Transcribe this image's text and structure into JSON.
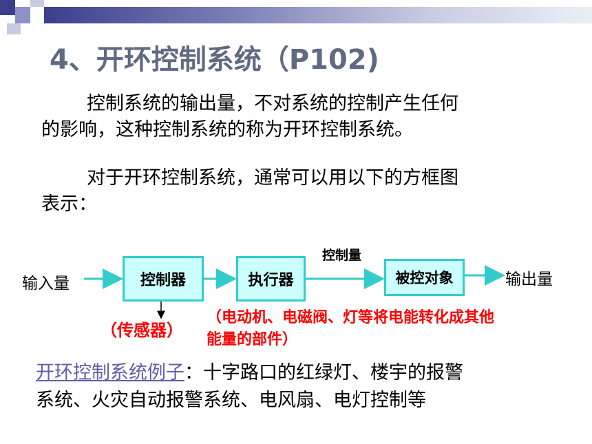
{
  "title": "4、开环控制系统（P102)",
  "para1": {
    "line1": "控制系统的输出量，不对系统的控制产生任何",
    "line2": "的影响，这种控制系统的称为开环控制系统。"
  },
  "para2": {
    "line1": "对于开环控制系统，通常可以用以下的方框图",
    "line2": "表示："
  },
  "diagram": {
    "input_label": "输入量",
    "controller": "控制器",
    "actuator": "执行器",
    "control_var": "控制量",
    "plant": "被控对象",
    "output_label": "输出量",
    "sensor_note": "（传感器）",
    "actuator_note_line1": "（电动机、电磁阀、灯等将电能转化成其他",
    "actuator_note_line2": "能量的部件）"
  },
  "examples": {
    "link_text": "开环控制系统例子",
    "line1_rest": "：十字路口的红绿灯、楼宇的报警",
    "line2": "系统、火灾自动报警系统、电风扇、电灯控制等"
  },
  "colors": {
    "title": "#606a82",
    "box_fill": "#ccffff",
    "box_border": "#33cccc",
    "note_red": "#ff0000",
    "link": "#5f5fa8",
    "deco_dark": "#3b3f8c"
  }
}
